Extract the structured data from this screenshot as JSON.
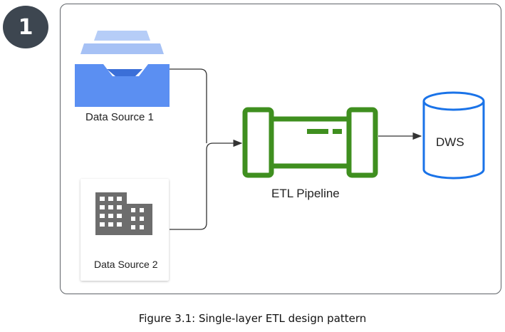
{
  "badge": {
    "number": "1"
  },
  "nodes": {
    "data_source_1": {
      "label": "Data Source 1",
      "icon": "inbox-tray-icon"
    },
    "data_source_2": {
      "label": "Data Source 2",
      "icon": "building-icon"
    },
    "etl_pipeline": {
      "label": "ETL Pipeline",
      "icon": "pipeline-icon"
    },
    "dws": {
      "label": "DWS",
      "icon": "database-cylinder-icon"
    }
  },
  "edges": [
    {
      "from": "Data Source 1",
      "to": "ETL Pipeline"
    },
    {
      "from": "Data Source 2",
      "to": "ETL Pipeline"
    },
    {
      "from": "ETL Pipeline",
      "to": "DWS"
    }
  ],
  "caption": "Figure 3.1: Single-layer ETL design pattern",
  "colors": {
    "badge": "#3d4650",
    "tray_dark": "#5b8ff2",
    "tray_light": "#a6c1f5",
    "pipeline_green": "#3f8f1f",
    "dws_blue": "#1a73e8",
    "building_gray": "#6d6d6d",
    "connector": "#333333"
  }
}
